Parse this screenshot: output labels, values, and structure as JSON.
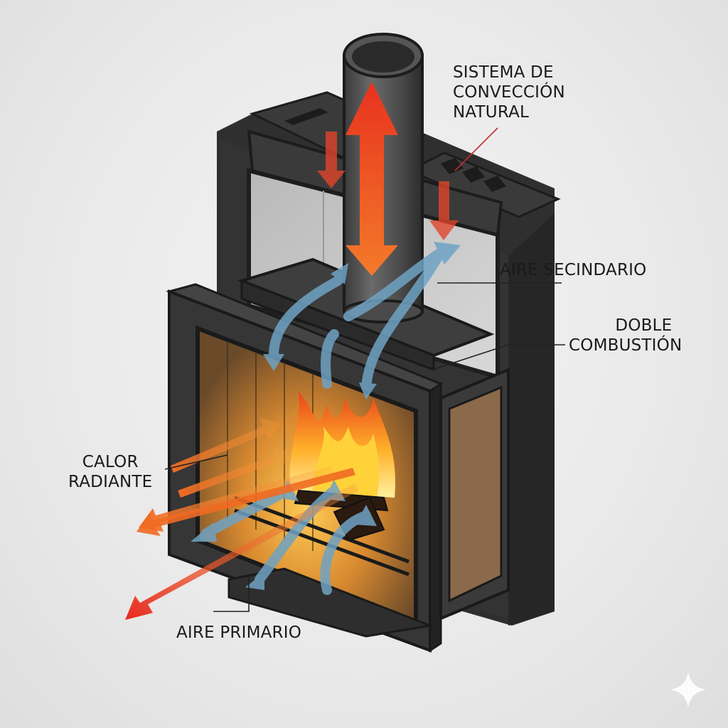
{
  "labels": {
    "convection": [
      "SISTEMA DE",
      "CONVECCIÓN",
      "NATURAL"
    ],
    "secondary_air": "AIRE SECINDARIO",
    "double_combustion": [
      "DOBLE",
      "COMBUSTIÓN"
    ],
    "radiant_heat": [
      "CALOR",
      "RADIANTE"
    ],
    "primary_air": "AIRE PRIMARIO"
  },
  "colors": {
    "background": "#ececec",
    "metal_dark": "#2e2e2e",
    "metal_mid": "#3d3d3d",
    "inner_panel": "#c9c9c9",
    "hot_arrow": "#e8321e",
    "warm_arrow": "#f47a2a",
    "cool_arrow": "#6fa3c4",
    "flame_core": "#ffd23a"
  }
}
